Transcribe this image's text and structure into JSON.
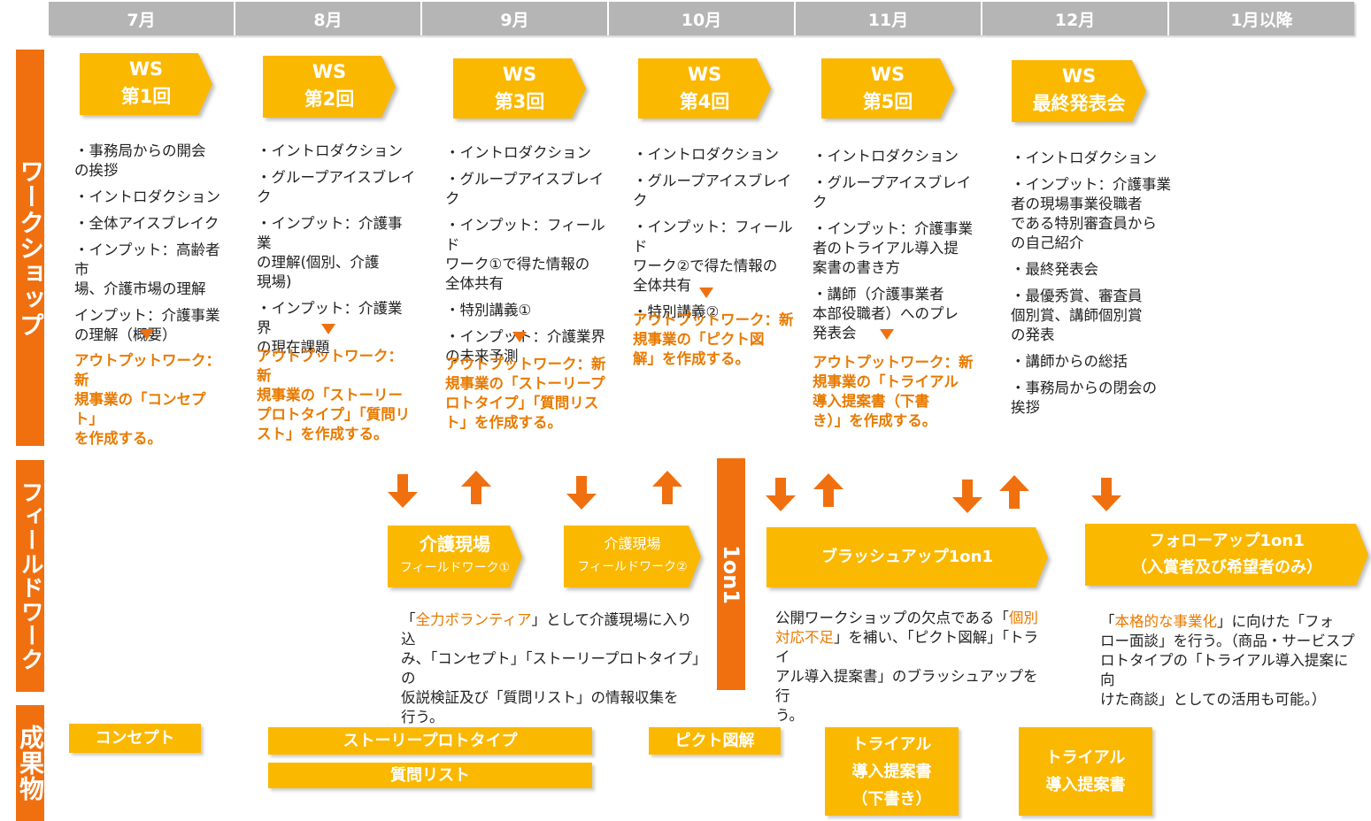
{
  "months": [
    "7月",
    "8月",
    "9月",
    "10月",
    "11月",
    "12月",
    "1月以降"
  ],
  "rows": {
    "workshop": "ワークショップ",
    "fieldwork": "フィールドワーク",
    "deliverables": "成果物"
  },
  "workshops": [
    {
      "title1": "WS",
      "title2": "第1回",
      "items": [
        "・事務局からの開会\nの挨拶",
        "・イントロダクション",
        "・全体アイスブレイク",
        "・インプット：高齢者市\n場、介護市場の理解",
        "インプット：介護事業\nの理解（概要）"
      ],
      "output": "アウトプットワーク：新\n規事業の「コンセプト」\nを作成する。"
    },
    {
      "title1": "WS",
      "title2": "第2回",
      "items": [
        "・イントロダクション",
        "・グループアイスブレイ\nク",
        "・インプット：介護事業\nの理解(個別、介護\n現場)",
        "・インプット：介護業界\nの現在課題"
      ],
      "output": "アウトプットワーク：新\n規事業の「ストーリー\nプロトタイプ」「質問リ\nスト」を作成する。"
    },
    {
      "title1": "WS",
      "title2": "第3回",
      "items": [
        "・イントロダクション",
        "・グループアイスブレイク",
        "・インプット：フィールド\nワーク①で得た情報の\n全体共有",
        "・特別講義①",
        "・インプット：介護業界\nの未来予測"
      ],
      "output": "アウトプットワーク：新\n規事業の「ストーリープ\nロトタイプ」「質問リス\nト」を作成する。"
    },
    {
      "title1": "WS",
      "title2": "第4回",
      "items": [
        "・イントロダクション",
        "・グループアイスブレイク",
        "・インプット：フィールド\nワーク②で得た情報の\n全体共有",
        "・特別講義②"
      ],
      "output": "アウトプットワーク：新\n規事業の「ピクト図\n解」を作成する。"
    },
    {
      "title1": "WS",
      "title2": "第5回",
      "items": [
        "・イントロダクション",
        "・グループアイスブレイク",
        "・インプット：介護事業\n者のトライアル導入提\n案書の書き方",
        "・講師（介護事業者\n本部役職者）へのプレ\n発表会"
      ],
      "output": "アウトプットワーク：新\n規事業の「トライアル\n導入提案書（下書\nき）」を作成する。"
    },
    {
      "title1": "WS",
      "title2": "最終発表会",
      "items": [
        "・イントロダクション",
        "・インプット：介護事業\n者の現場事業役職者\nである特別審査員から\nの自己紹介",
        "・最終発表会",
        "・最優秀賞、審査員\n個別賞、講師個別賞\nの発表",
        "・講師からの総括",
        "・事務局からの閉会の\n挨拶"
      ],
      "output": ""
    }
  ],
  "fieldwork": {
    "fw1_title": "介護現場",
    "fw1_sub": "フィールドワーク①",
    "fw2_title": "介護現場",
    "fw2_sub": "フィールドワーク②",
    "one_on_one": "1on1",
    "brushup": "ブラッシュアップ1on1",
    "followup1": "フォローアップ1on1",
    "followup2": "（入賞者及び希望者のみ）",
    "note1": {
      "p1": "「",
      "h1": "全力ボランティア",
      "p2": "」として介護現場に入り込\nみ、「コンセプト」「ストーリープロトタイプ」の\n仮説検証及び「質問リスト」の情報収集を\n行う。"
    },
    "note2": {
      "p1": "公開ワークショップの欠点である「",
      "h1": "個別\n対応不足",
      "p2": "」を補い、「ピクト図解」「トライ\nアル導入提案書」のブラッシュアップを行\nう。"
    },
    "note3": {
      "p1": "「",
      "h1": "本格的な事業化",
      "p2": "」に向けた「フォ\nロー面談」を行う。（商品・サービスプ\nロトタイプの「トライアル導入提案に向\nけた商談」としての活用も可能。）"
    }
  },
  "deliverables": {
    "concept": "コンセプト",
    "story": "ストーリープロトタイプ",
    "questions": "質問リスト",
    "pict": "ピクト図解",
    "trial_draft": "トライアル\n導入提案書\n（下書き）",
    "trial": "トライアル\n導入提案書"
  },
  "colors": {
    "orange": "#f07010",
    "yellow": "#fbb800",
    "grey": "#b5b5b5",
    "output_text": "#e87a00"
  }
}
